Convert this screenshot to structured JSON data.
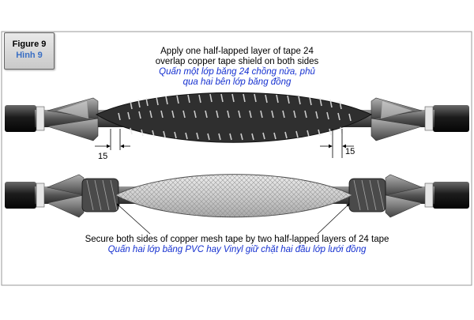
{
  "figure": {
    "label": "Figure 9",
    "label_vi": "Hình 9"
  },
  "top_caption": {
    "line1": "Apply one half-lapped layer of tape 24",
    "line2": "overlap copper tape shield on both sides",
    "vi_line1": "Quấn một lớp băng 24 chồng nửa, phủ",
    "vi_line2": "qua hai bên lớp băng đồng"
  },
  "dimensions": {
    "left": "15",
    "right": "15"
  },
  "bottom_caption": {
    "line1": "Secure both sides of copper mesh tape by two half-lapped layers of 24 tape",
    "vi_line1": "Quấn hai lớp băng PVC hay Vinyl giữ chặt hai đầu lớp lưới đồng"
  },
  "colors": {
    "frame": "#9a9a9a",
    "cable": "#2a2a2a",
    "tape_dark": "#3c3c3c",
    "mesh": "#d6d6d6",
    "accent_blue": "#1530d0"
  }
}
